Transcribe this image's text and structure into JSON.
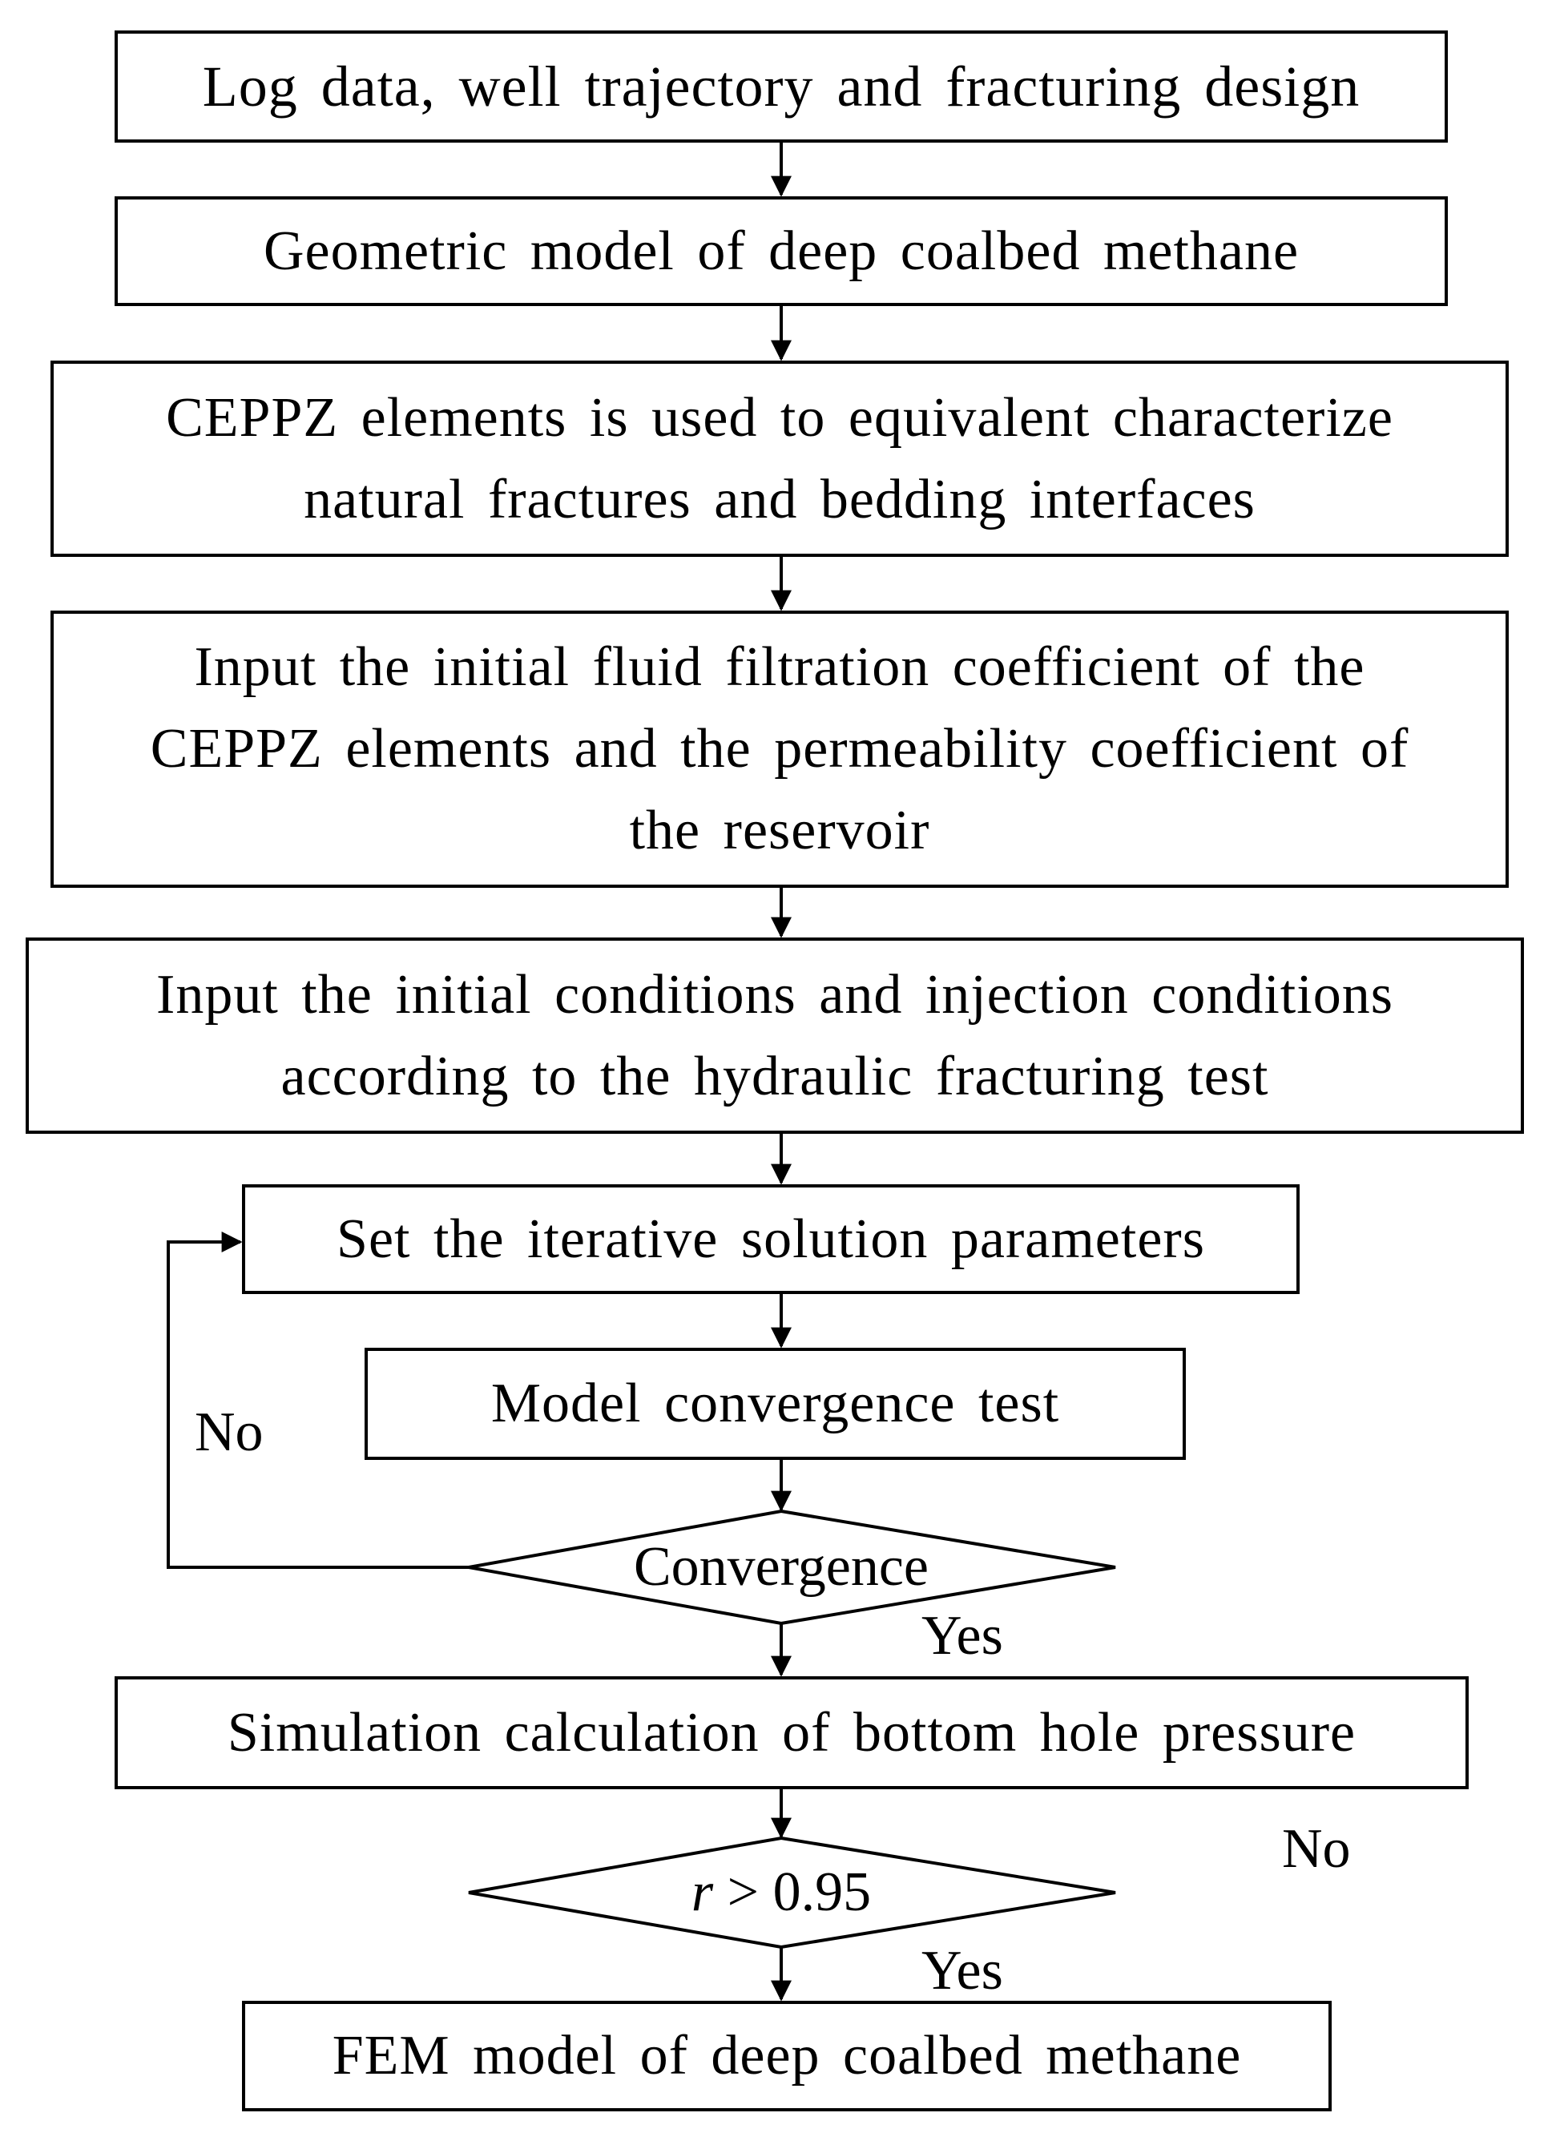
{
  "flowchart": {
    "steps": [
      "Log data, well trajectory and fracturing design",
      "Geometric model of deep coalbed methane",
      "CEPPZ elements is used to equivalent characterize natural fractures and bedding interfaces",
      "Input the initial fluid filtration coefficient of the CEPPZ elements and the permeability coefficient of the reservoir",
      "Input the initial conditions and injection conditions according to the hydraulic fracturing test",
      "Set the iterative solution parameters",
      "Model convergence test",
      "Simulation calculation of bottom hole pressure",
      "FEM model of deep coalbed methane"
    ],
    "decision_convergence": "Convergence",
    "decision_r_var": "r",
    "decision_r_rest": " > 0.95",
    "label_no_1": "No",
    "label_yes_1": "Yes",
    "label_no_2": "No",
    "label_yes_2": "Yes"
  }
}
